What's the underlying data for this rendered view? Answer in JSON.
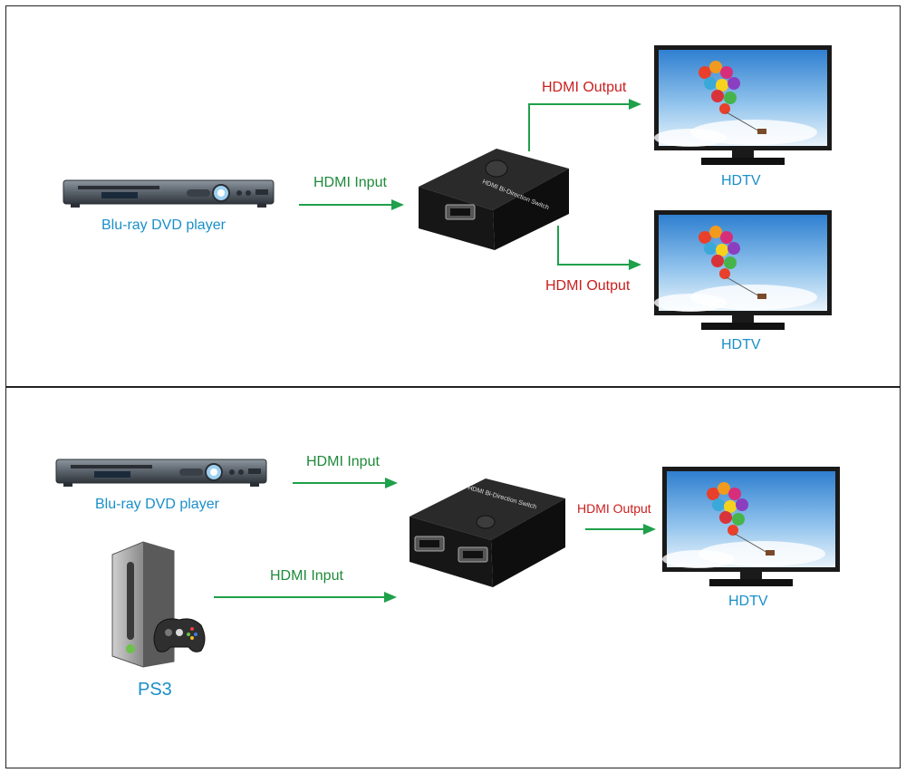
{
  "colors": {
    "arrow_green": "#1fa04a",
    "label_blue": "#1a8fc9",
    "label_green": "#1e8a3a",
    "label_red": "#cc1e1e",
    "device_black": "#1b1b1b"
  },
  "top_panel": {
    "source_label": "Blu-ray DVD player",
    "input_label": "HDMI Input",
    "switch_text": "HDMI Bi-Direction Switch",
    "output_label_1": "HDMI Output",
    "output_label_2": "HDMI Output",
    "tv_label_1": "HDTV",
    "tv_label_2": "HDTV"
  },
  "bottom_panel": {
    "source_label": "Blu-ray DVD player",
    "input_label_1": "HDMI Input",
    "input_label_2": "HDMI Input",
    "console_label": "PS3",
    "switch_text": "HDMI Bi-Direction Switch",
    "output_label": "HDMI Output",
    "tv_label": "HDTV"
  }
}
